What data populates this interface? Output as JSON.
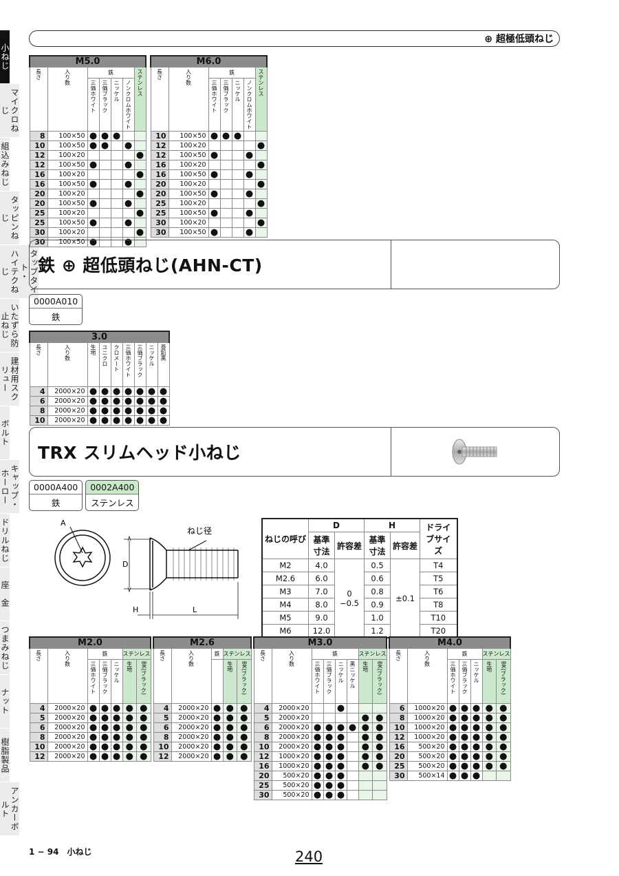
{
  "sidebar": [
    "小ねじ",
    "マイクロねじ",
    "組込みねじ",
    "タッピンねじ",
    "タップタイト・\nハイテクねじ",
    "いたずら防止ねじ",
    "建材用スクリュー",
    "ボルト",
    "キャップ・ホーロー",
    "ドリルねじ",
    "座　金",
    "つまみねじ",
    "ナット",
    "樹脂製品",
    "アンカーボルト"
  ],
  "header": "⊕ 超極低頭ねじ",
  "colors": {
    "stainless": "#cde9cd",
    "title_bar": "#8c8c8c"
  },
  "top_tables": [
    {
      "title": "M5.0",
      "len": "長さ",
      "qty": "入り数",
      "iron": "鉄",
      "cols": [
        "三価ホワイト",
        "三価ブラック",
        "ニッケル",
        "ノンクロムホワイト"
      ],
      "ss": "ステンレス",
      "rows": [
        [
          "8",
          "100×50",
          "●",
          "●",
          "●",
          "",
          ""
        ],
        [
          "10",
          "100×50",
          "●",
          "●",
          "",
          "●",
          ""
        ],
        [
          "12",
          "100×20",
          "",
          "",
          "",
          "",
          "●"
        ],
        [
          "12",
          "100×50",
          "●",
          "",
          "",
          "●",
          ""
        ],
        [
          "16",
          "100×20",
          "",
          "",
          "",
          "",
          "●"
        ],
        [
          "16",
          "100×50",
          "●",
          "",
          "",
          "●",
          ""
        ],
        [
          "20",
          "100×20",
          "",
          "",
          "",
          "",
          "●"
        ],
        [
          "20",
          "100×50",
          "●",
          "",
          "",
          "●",
          ""
        ],
        [
          "25",
          "100×20",
          "",
          "",
          "",
          "",
          "●"
        ],
        [
          "25",
          "100×50",
          "●",
          "",
          "",
          "●",
          ""
        ],
        [
          "30",
          "100×20",
          "",
          "",
          "",
          "",
          "●"
        ],
        [
          "30",
          "100×50",
          "●",
          "",
          "",
          "●",
          ""
        ]
      ]
    },
    {
      "title": "M6.0",
      "len": "長さ",
      "qty": "入り数",
      "iron": "鉄",
      "cols": [
        "三価ホワイト",
        "三価ブラック",
        "ニッケル",
        "ノンクロムホワイト"
      ],
      "ss": "ステンレス",
      "rows": [
        [
          "10",
          "100×50",
          "●",
          "●",
          "●",
          "",
          ""
        ],
        [
          "12",
          "100×20",
          "",
          "",
          "",
          "",
          "●"
        ],
        [
          "12",
          "100×50",
          "●",
          "",
          "",
          "●",
          ""
        ],
        [
          "16",
          "100×20",
          "",
          "",
          "",
          "",
          "●"
        ],
        [
          "16",
          "100×50",
          "●",
          "",
          "",
          "●",
          ""
        ],
        [
          "20",
          "100×20",
          "",
          "",
          "",
          "",
          "●"
        ],
        [
          "20",
          "100×50",
          "●",
          "",
          "",
          "●",
          ""
        ],
        [
          "25",
          "100×20",
          "",
          "",
          "",
          "",
          "●"
        ],
        [
          "25",
          "100×50",
          "●",
          "",
          "",
          "●",
          ""
        ],
        [
          "30",
          "100×20",
          "",
          "",
          "",
          "",
          "●"
        ],
        [
          "30",
          "100×50",
          "●",
          "",
          "",
          "●",
          ""
        ]
      ]
    }
  ],
  "sec1": {
    "title": "鉄 ⊕ 超低頭ねじ(AHN-CT)",
    "codes": [
      {
        "code": "0000A010",
        "mat": "鉄"
      }
    ]
  },
  "mid_table": {
    "title": "3.0",
    "len": "長さ",
    "qty": "入り数",
    "cols": [
      "生地",
      "ユニクロ",
      "クロメート",
      "三価ホワイト",
      "三価ブラック",
      "ニッケル",
      "亜鉛黒"
    ],
    "rows": [
      [
        "4",
        "2000×20",
        "●",
        "●",
        "●",
        "●",
        "●",
        "●",
        "●"
      ],
      [
        "6",
        "2000×20",
        "●",
        "●",
        "●",
        "●",
        "●",
        "●",
        "●"
      ],
      [
        "8",
        "2000×20",
        "●",
        "●",
        "●",
        "●",
        "●",
        "●",
        "●"
      ],
      [
        "10",
        "2000×20",
        "●",
        "●",
        "●",
        "●",
        "●",
        "●",
        "●"
      ]
    ]
  },
  "sec2": {
    "title": "TRX スリムヘッド小ねじ",
    "codes": [
      {
        "code": "0000A400",
        "mat": "鉄"
      },
      {
        "code": "0002A400",
        "mat": "ステンレス"
      }
    ]
  },
  "drawing": {
    "A": "A",
    "D": "D",
    "H": "H",
    "L": "L",
    "thread": "ねじ径"
  },
  "dim_table": {
    "h_call": "ねじの呼び",
    "h_D": "D",
    "h_H": "H",
    "h_drive": "ドライブサイズ",
    "h_base": "基準寸法",
    "h_tol": "許容差",
    "tolD_a": "0",
    "tolD_b": "−0.5",
    "tolH": "±0.1",
    "rows": [
      [
        "M2",
        "4.0",
        "0.5",
        "T4"
      ],
      [
        "M2.6",
        "6.0",
        "0.6",
        "T5"
      ],
      [
        "M3",
        "7.0",
        "0.8",
        "T6"
      ],
      [
        "M4",
        "8.0",
        "0.9",
        "T8"
      ],
      [
        "M5",
        "9.0",
        "1.0",
        "T10"
      ],
      [
        "M6",
        "12.0",
        "1.2",
        "T20"
      ]
    ]
  },
  "bottom_tables": [
    {
      "title": "M2.0",
      "len": "長さ",
      "qty": "入り数",
      "iron": "鉄",
      "ss": "ステンレス",
      "icols": [
        "三価ホワイト",
        "三価ブラック",
        "ニッケル"
      ],
      "scols": [
        "生地",
        "BK(ブラック)"
      ],
      "rows": [
        [
          "4",
          "2000×20",
          "●",
          "●",
          "●",
          "●",
          "●"
        ],
        [
          "5",
          "2000×20",
          "●",
          "●",
          "●",
          "●",
          "●"
        ],
        [
          "6",
          "2000×20",
          "●",
          "●",
          "●",
          "●",
          "●"
        ],
        [
          "8",
          "2000×20",
          "●",
          "●",
          "●",
          "●",
          "●"
        ],
        [
          "10",
          "2000×20",
          "●",
          "●",
          "●",
          "●",
          "●"
        ],
        [
          "12",
          "2000×20",
          "●",
          "●",
          "●",
          "●",
          "●"
        ]
      ]
    },
    {
      "title": "M2.6",
      "len": "長さ",
      "qty": "入り数",
      "iron": "鉄",
      "ss": "ステンレス",
      "icols": [
        ""
      ],
      "scols": [
        "生地",
        "BK(ブラック)"
      ],
      "rows": [
        [
          "4",
          "2000×20",
          "●",
          "●",
          "●"
        ],
        [
          "5",
          "2000×20",
          "●",
          "●",
          "●"
        ],
        [
          "6",
          "2000×20",
          "●",
          "●",
          "●"
        ],
        [
          "8",
          "2000×20",
          "●",
          "●",
          "●"
        ],
        [
          "10",
          "2000×20",
          "●",
          "●",
          "●"
        ],
        [
          "12",
          "2000×20",
          "●",
          "●",
          "●"
        ]
      ]
    },
    {
      "title": "M3.0",
      "len": "長さ",
      "qty": "入り数",
      "iron": "鉄",
      "ss": "ステンレス",
      "icols": [
        "三価ホワイト",
        "三価ブラック",
        "ニッケル",
        "黒ニッケル"
      ],
      "scols": [
        "生地",
        "BK(ブラック)"
      ],
      "rows": [
        [
          "4",
          "2000×20",
          "",
          "",
          "●",
          "",
          "",
          ""
        ],
        [
          "5",
          "2000×20",
          "",
          "",
          "",
          "",
          "●",
          "●"
        ],
        [
          "6",
          "2000×20",
          "●",
          "●",
          "●",
          "●",
          "●",
          "●"
        ],
        [
          "8",
          "2000×20",
          "●",
          "●",
          "●",
          "",
          "●",
          "●"
        ],
        [
          "10",
          "2000×20",
          "●",
          "●",
          "●",
          "",
          "●",
          "●"
        ],
        [
          "12",
          "1000×20",
          "●",
          "●",
          "●",
          "",
          "●",
          "●"
        ],
        [
          "16",
          "1000×20",
          "●",
          "●",
          "●",
          "",
          "●",
          "●"
        ],
        [
          "20",
          "500×20",
          "●",
          "●",
          "●",
          "",
          "",
          ""
        ],
        [
          "25",
          "500×20",
          "●",
          "●",
          "●",
          "",
          "",
          ""
        ],
        [
          "30",
          "500×20",
          "●",
          "●",
          "●",
          "",
          "",
          ""
        ]
      ]
    },
    {
      "title": "M4.0",
      "len": "長さ",
      "qty": "入り数",
      "iron": "鉄",
      "ss": "ステンレス",
      "icols": [
        "三価ホワイト",
        "三価ブラック",
        "ニッケル"
      ],
      "scols": [
        "生地",
        "BK(ブラック)"
      ],
      "rows": [
        [
          "6",
          "1000×20",
          "●",
          "●",
          "●",
          "●",
          "●"
        ],
        [
          "8",
          "1000×20",
          "●",
          "●",
          "●",
          "●",
          "●"
        ],
        [
          "10",
          "1000×20",
          "●",
          "●",
          "●",
          "●",
          "●"
        ],
        [
          "12",
          "1000×20",
          "●",
          "●",
          "●",
          "●",
          "●"
        ],
        [
          "16",
          "500×20",
          "●",
          "●",
          "●",
          "●",
          "●"
        ],
        [
          "20",
          "500×20",
          "●",
          "●",
          "●",
          "●",
          "●"
        ],
        [
          "25",
          "500×20",
          "●",
          "●",
          "●",
          "●",
          "●"
        ],
        [
          "30",
          "500×14",
          "●",
          "●",
          "●",
          "",
          ""
        ]
      ]
    }
  ],
  "footer": "1 − 94　小ねじ",
  "page_number": "240"
}
